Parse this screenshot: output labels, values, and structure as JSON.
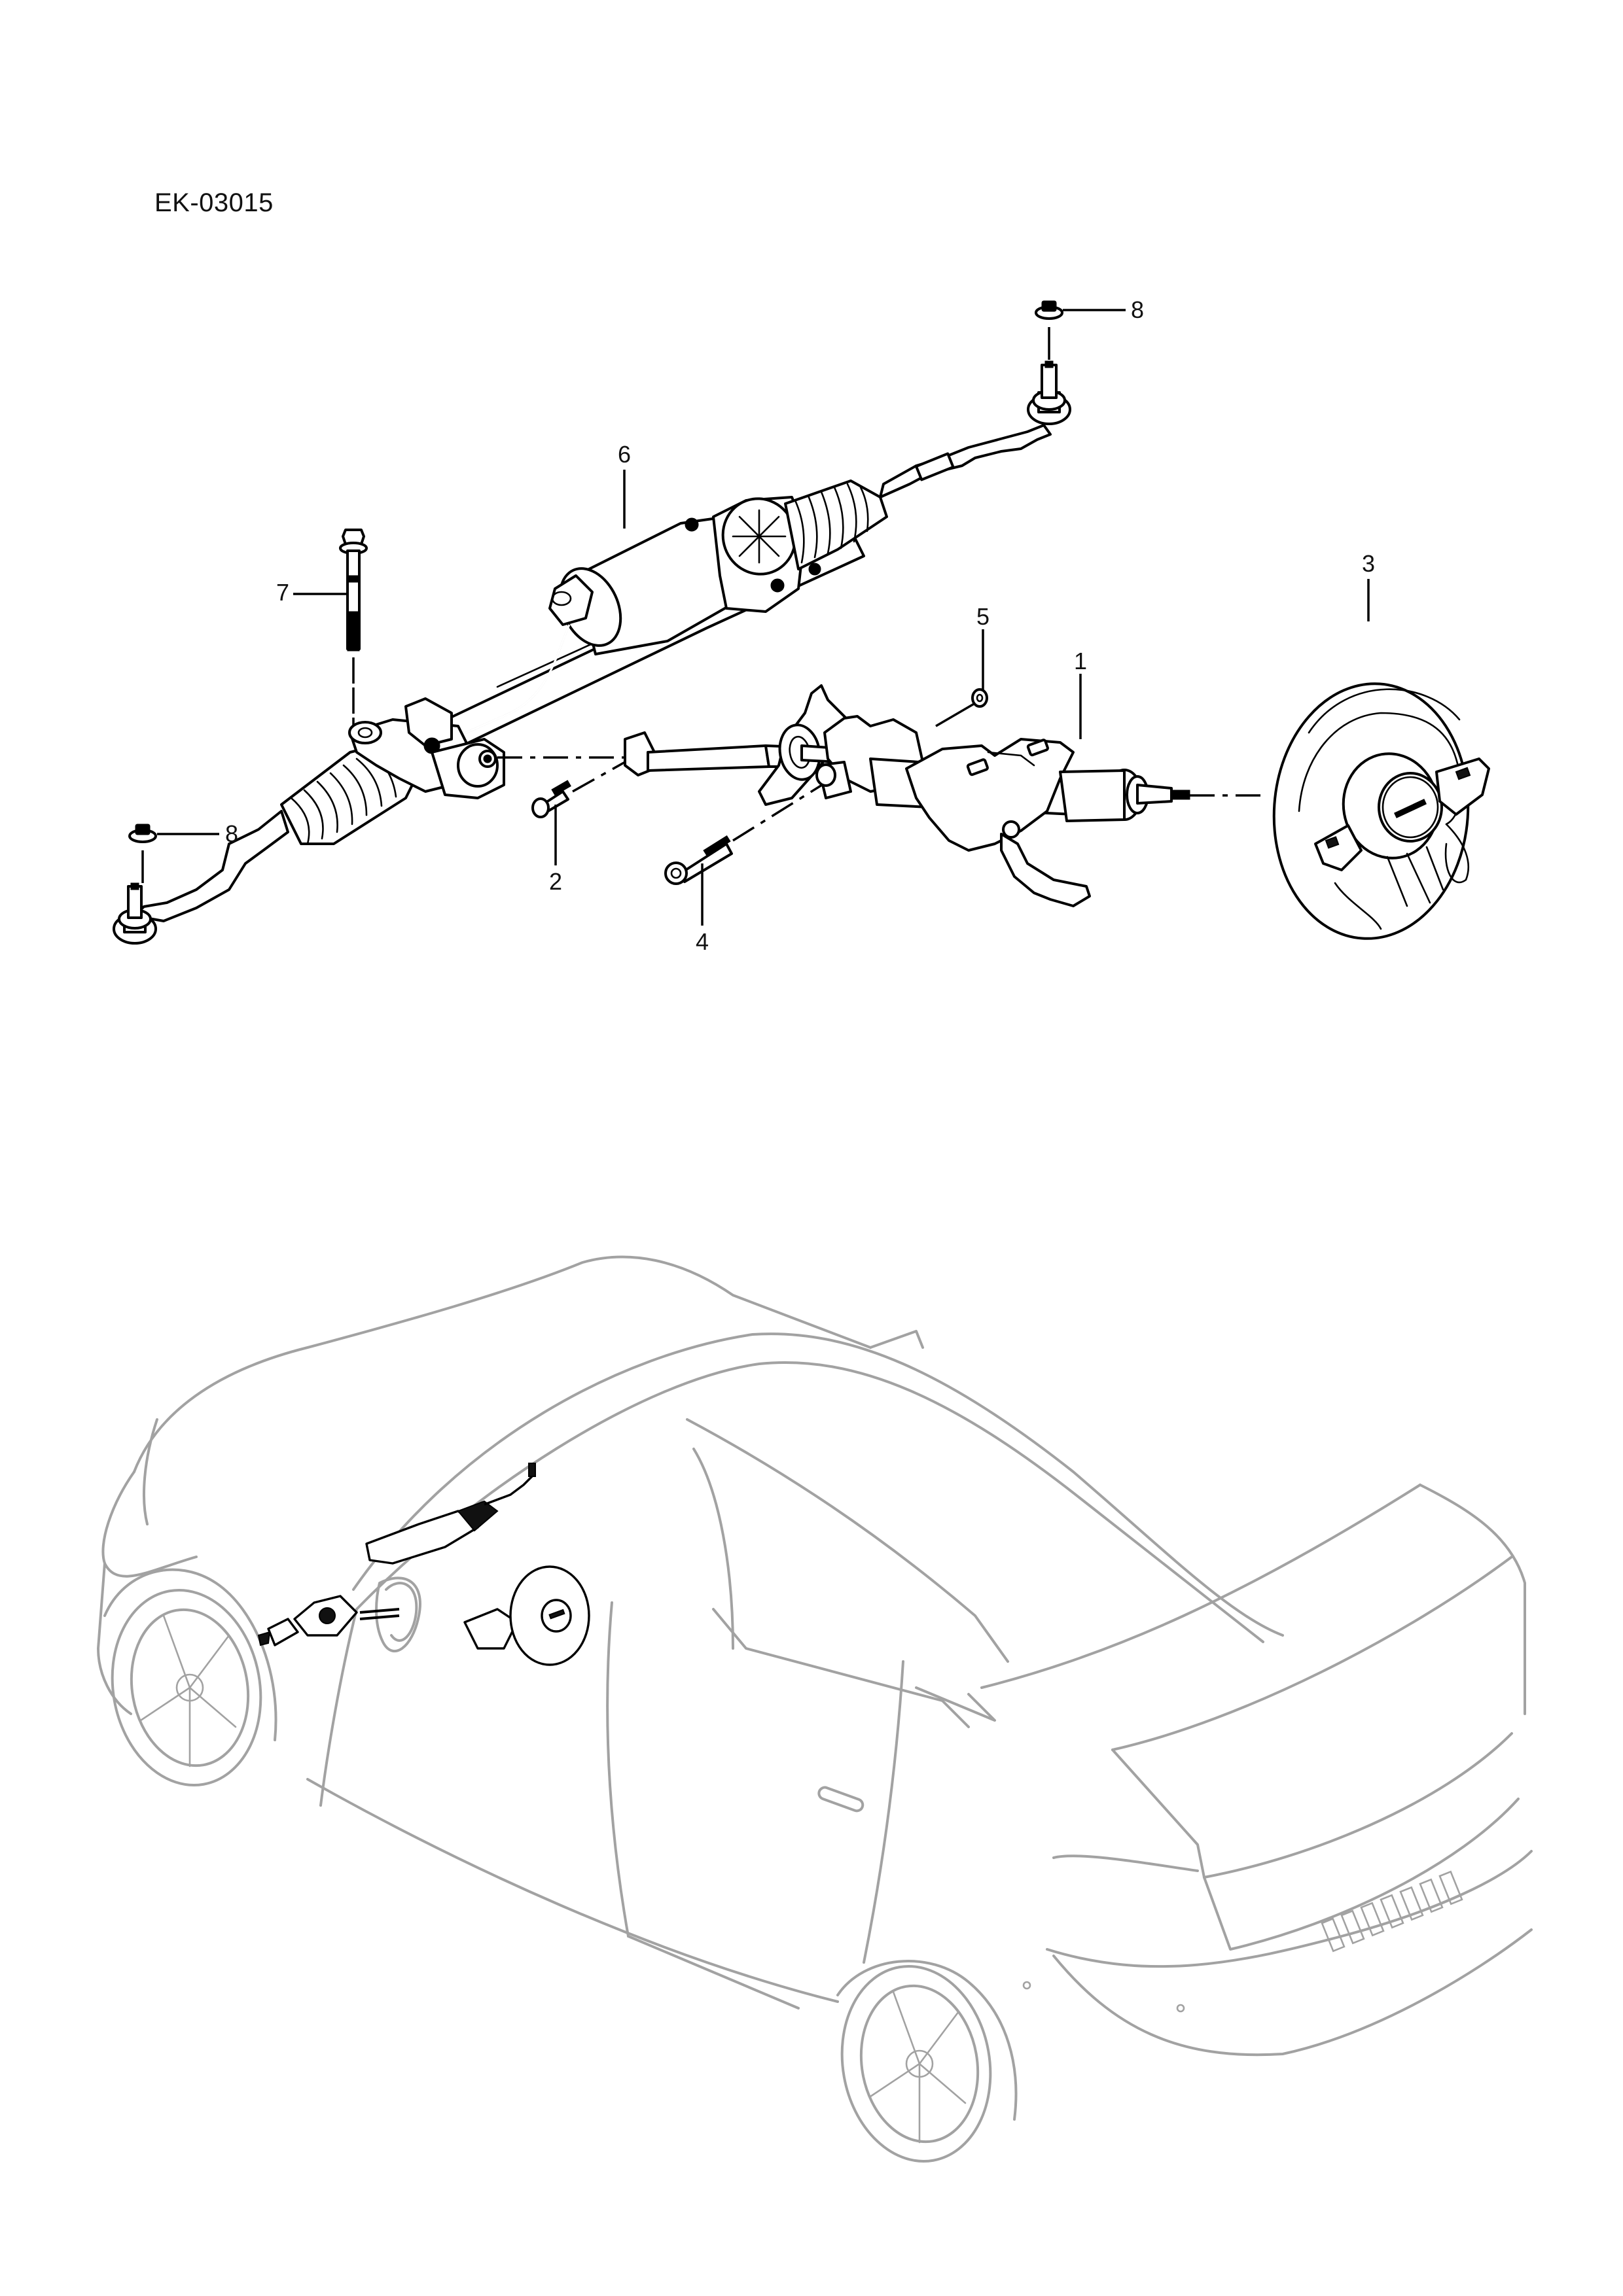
{
  "figure": {
    "id": "EK-03015",
    "type": "exploded parts diagram",
    "subject": "steering system — steering gear, column, intermediate shaft, steering wheel",
    "line_color": "#000000",
    "vehicle_outline_color": "#a2a2a2"
  },
  "callouts": [
    {
      "number": "1",
      "part": "steering-column"
    },
    {
      "number": "2",
      "part": "intermediate-shaft-bolt"
    },
    {
      "number": "3",
      "part": "steering-wheel"
    },
    {
      "number": "4",
      "part": "column-mounting-bolt"
    },
    {
      "number": "5",
      "part": "column-nut"
    },
    {
      "number": "6",
      "part": "steering-gear-with-eps-motor"
    },
    {
      "number": "7",
      "part": "steering-gear-mounting-bolt"
    },
    {
      "number": "8",
      "part": "tie-rod-end-nut-right"
    },
    {
      "number": "8",
      "part": "tie-rod-end-nut-left"
    }
  ],
  "locator": {
    "view": "vehicle overview with steering system location highlighted"
  }
}
